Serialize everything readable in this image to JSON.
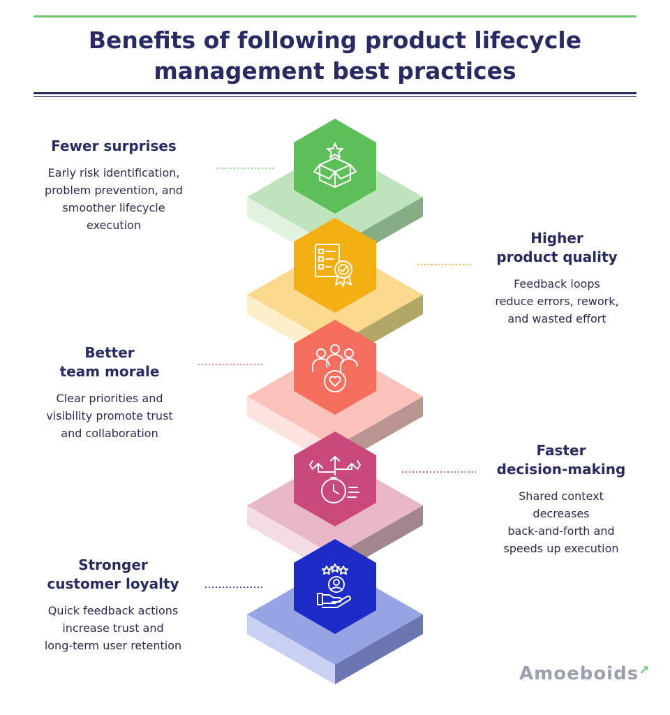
{
  "title": "Benefits of following product lifecycle management best practices",
  "benefits": [
    {
      "heading": "Fewer surprises",
      "description": "Early risk identification,\nproblem prevention, and\nsmoother lifecycle\nexecution",
      "icon": "box-star-icon",
      "color": "#5cbf57"
    },
    {
      "heading": "Higher\nproduct quality",
      "description": "Feedback loops\nreduce errors, rework,\nand wasted effort",
      "icon": "checklist-badge-icon",
      "color": "#f4b012"
    },
    {
      "heading": "Better\nteam morale",
      "description": "Clear priorities and\nvisibility promote trust\nand collaboration",
      "icon": "team-heart-icon",
      "color": "#f56e5e"
    },
    {
      "heading": "Faster\ndecision-making",
      "description": "Shared context\ndecreases\nback-and-forth and\nspeeds up execution",
      "icon": "stopwatch-arrows-icon",
      "color": "#c8497a"
    },
    {
      "heading": "Stronger\ncustomer loyalty",
      "description": "Quick feedback actions\nincrease trust and\nlong-term user retention",
      "icon": "hand-user-stars-icon",
      "color": "#1c2cc4"
    }
  ],
  "logo": {
    "text": "Amoeboids"
  }
}
